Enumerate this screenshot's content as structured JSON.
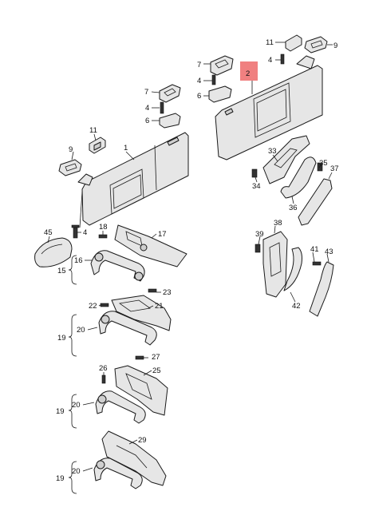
{
  "callouts": {
    "c1": "1",
    "c2": "2",
    "c4a": "4",
    "c4b": "4",
    "c4c": "4",
    "c4d": "4",
    "c6a": "6",
    "c6b": "6",
    "c7a": "7",
    "c7b": "7",
    "c9a": "9",
    "c9b": "9",
    "c11a": "11",
    "c11b": "11",
    "c15": "15",
    "c16": "16",
    "c17": "17",
    "c18": "18",
    "c19a": "19",
    "c19b": "19",
    "c19c": "19",
    "c20a": "20",
    "c20b": "20",
    "c20c": "20",
    "c21": "21",
    "c22": "22",
    "c23": "23",
    "c25": "25",
    "c26": "26",
    "c27": "27",
    "c29": "29",
    "c33": "33",
    "c34": "34",
    "c35": "35",
    "c36": "36",
    "c37": "37",
    "c38": "38",
    "c39": "39",
    "c41": "41",
    "c42": "42",
    "c43": "43",
    "c45": "45"
  },
  "highlight": {
    "label": "2",
    "color": "#f08080"
  }
}
